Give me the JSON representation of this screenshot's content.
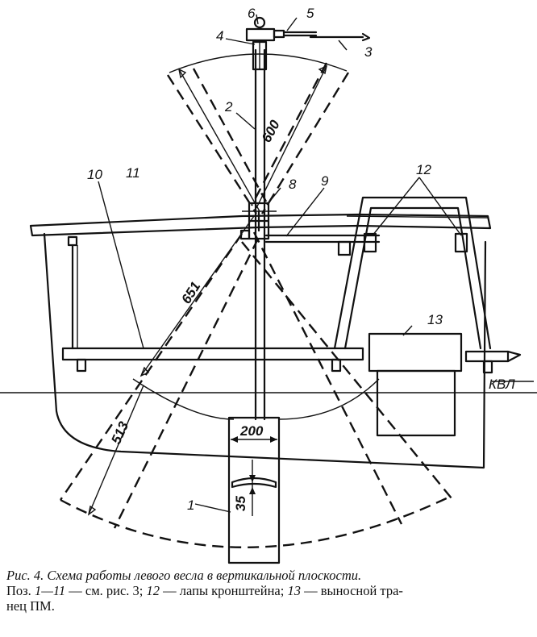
{
  "callouts": {
    "c1": "1",
    "c2": "2",
    "c3": "3",
    "c4": "4",
    "c5": "5",
    "c6": "6",
    "c8": "8",
    "c9": "9",
    "c10": "10",
    "c11": "11",
    "c12": "12",
    "c13": "13"
  },
  "dimensions": {
    "d600": "600",
    "d651": "651",
    "d513": "513",
    "d200": "200",
    "d35": "35"
  },
  "waterline_label": "КВЛ",
  "caption": {
    "title": "Рис. 4. Схема работы левого весла в вертикальной плоскости.",
    "line2_a": "Поз. ",
    "line2_b": "1—11",
    "line2_c": " — см. рис. 3; ",
    "line2_d": "12",
    "line2_e": " — лапы кронштейна; ",
    "line2_f": "13",
    "line2_g": " — выносной тра-",
    "line3": "нец ПМ."
  }
}
